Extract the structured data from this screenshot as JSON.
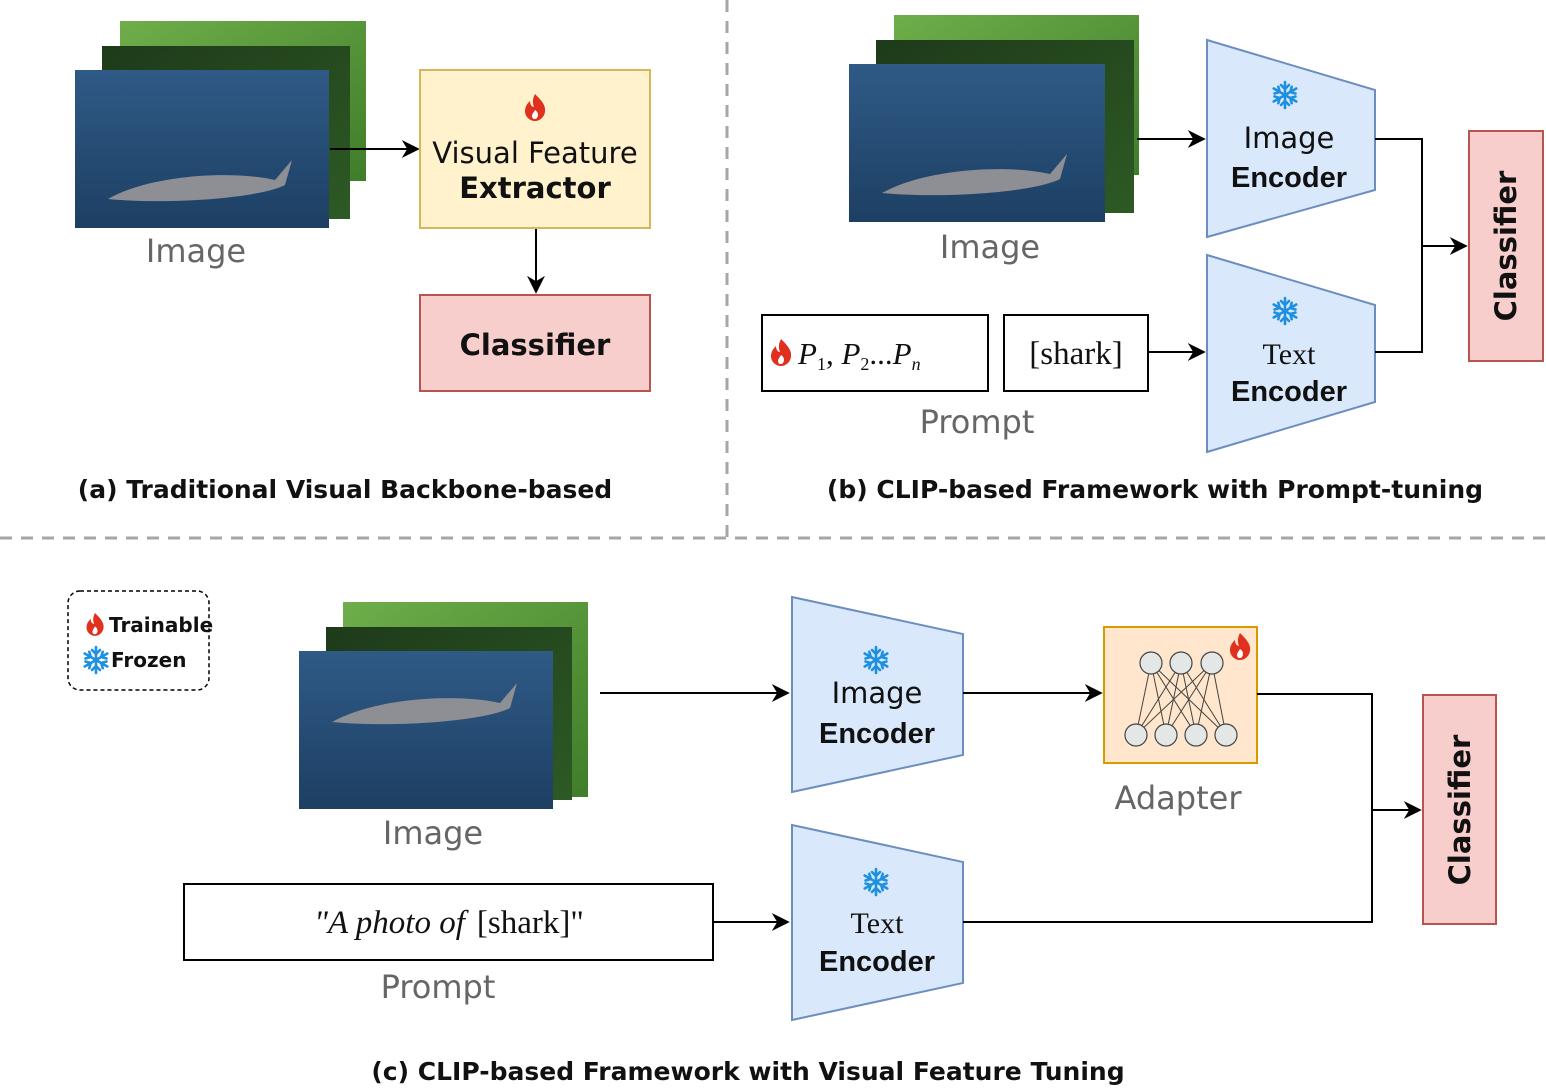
{
  "colors": {
    "encoder_fill": "#dae8fc",
    "encoder_stroke": "#6c8ebf",
    "extractor_fill": "#fff2cc",
    "extractor_stroke": "#d6b656",
    "classifier_fill": "#f8cecc",
    "classifier_stroke": "#b85450",
    "adapter_fill": "#ffe6cc",
    "adapter_stroke": "#d79b00",
    "flame": "#e0301e",
    "snowflake": "#1e90e0",
    "divider": "#a6a6a6"
  },
  "legend": {
    "trainable_icon": "flame-icon",
    "trainable_label": "Trainable",
    "frozen_icon": "snowflake-icon",
    "frozen_label": "Frozen"
  },
  "panel_a": {
    "caption": "(a) Traditional Visual Backbone-based",
    "image_label": "Image",
    "extractor_line1": "Visual Feature",
    "extractor_line2": "Extractor",
    "extractor_icon": "flame-icon",
    "classifier_label": "Classifier"
  },
  "panel_b": {
    "caption": "(b) CLIP-based Framework with Prompt-tuning",
    "image_label": "Image",
    "image_encoder_line1": "Image",
    "image_encoder_line2": "Encoder",
    "text_encoder_line1": "Text",
    "text_encoder_line2": "Encoder",
    "encoder_icon": "snowflake-icon",
    "prompt_tokens": {
      "p": "P",
      "sub1": "1",
      "sub2": "2",
      "subn": "n",
      "sep": ", ",
      "ellipsis": "..."
    },
    "class_token": "[shark]",
    "prompt_label": "Prompt",
    "classifier_label": "Classifier"
  },
  "panel_c": {
    "caption": "(c) CLIP-based Framework with Visual Feature Tuning",
    "image_label": "Image",
    "image_encoder_line1": "Image",
    "image_encoder_line2": "Encoder",
    "text_encoder_line1": "Text",
    "text_encoder_line2": "Encoder",
    "adapter_label": "Adapter",
    "prompt_text_italic": "\"A photo of",
    "prompt_text_class": "[shark]\"",
    "prompt_label": "Prompt",
    "classifier_label": "Classifier"
  }
}
